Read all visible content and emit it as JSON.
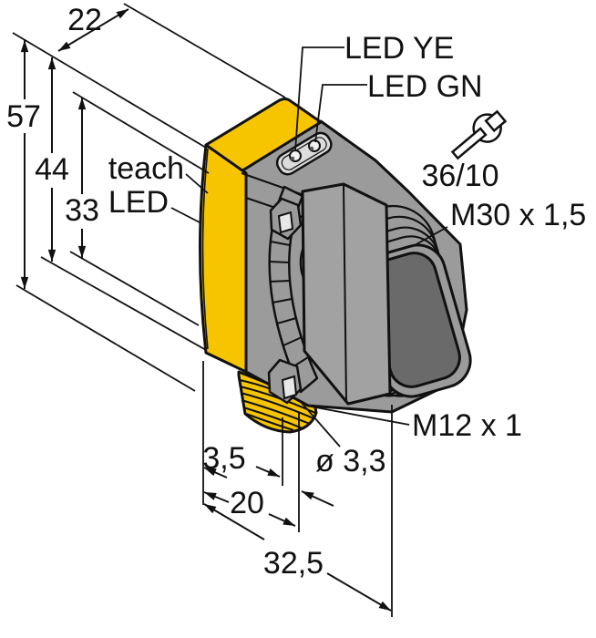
{
  "drawing": {
    "type": "sensor-dimensional-drawing",
    "dims": {
      "depth_top": "22",
      "height_total": "57",
      "height_housing": "44",
      "height_window": "33",
      "connector_offset": "3,5",
      "depth_lower": "20",
      "depth_overall": "32,5"
    },
    "callouts": {
      "led_yellow": "LED YE",
      "led_green": "LED GN",
      "teach_line1": "teach",
      "teach_line2": "LED",
      "wrench_size": "36/10",
      "front_thread": "M30 x 1,5",
      "connector_thread": "M12 x 1",
      "hole_diameter": "ø 3,3"
    }
  },
  "icons": {
    "wrench": "open-end-wrench-icon"
  },
  "colors": {
    "housing_yellow": "#f6c500",
    "body_gray": "#9b9b9b",
    "nut_gray": "#a2a2a2",
    "lens_gray": "#6a6a6a",
    "plate_gray": "#dcdcdc",
    "hole_light": "#e8e8e8",
    "led_light": "#f2f2f2",
    "line_black": "#111111",
    "background": "#ffffff"
  }
}
